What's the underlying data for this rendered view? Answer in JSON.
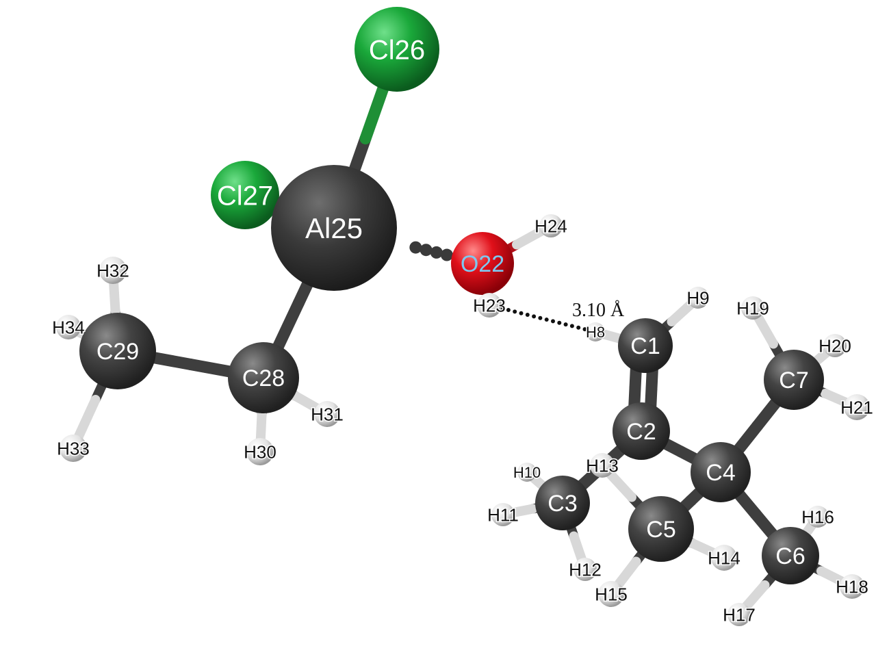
{
  "distance_label": "3.10 Å",
  "colors": {
    "carbon": "#3f3f3f",
    "aluminum": "#3a3a3a",
    "chlorine": "#1aa83a",
    "oxygen": "#e0101a",
    "hydrogen": "#e8e8e8",
    "oxygen_label": "#7ec8f0"
  },
  "atoms": [
    {
      "id": "Cl26",
      "element": "Cl",
      "label": "Cl26"
    },
    {
      "id": "Cl27",
      "element": "Cl",
      "label": "Cl27"
    },
    {
      "id": "Al25",
      "element": "Al",
      "label": "Al25"
    },
    {
      "id": "O22",
      "element": "O",
      "label": "O22"
    },
    {
      "id": "H24",
      "element": "H",
      "label": "H24"
    },
    {
      "id": "H23",
      "element": "H",
      "label": "H23"
    },
    {
      "id": "C29",
      "element": "C",
      "label": "C29"
    },
    {
      "id": "C28",
      "element": "C",
      "label": "C28"
    },
    {
      "id": "H32",
      "element": "H",
      "label": "H32"
    },
    {
      "id": "H34",
      "element": "H",
      "label": "H34"
    },
    {
      "id": "H33",
      "element": "H",
      "label": "H33"
    },
    {
      "id": "H31",
      "element": "H",
      "label": "H31"
    },
    {
      "id": "H30",
      "element": "H",
      "label": "H30"
    },
    {
      "id": "C1",
      "element": "C",
      "label": "C1"
    },
    {
      "id": "H9",
      "element": "H",
      "label": "H9"
    },
    {
      "id": "H8",
      "element": "H",
      "label": "H8"
    },
    {
      "id": "C2",
      "element": "C",
      "label": "C2"
    },
    {
      "id": "C3",
      "element": "C",
      "label": "C3"
    },
    {
      "id": "H10",
      "element": "H",
      "label": "H10"
    },
    {
      "id": "H11",
      "element": "H",
      "label": "H11"
    },
    {
      "id": "H12",
      "element": "H",
      "label": "H12"
    },
    {
      "id": "H13",
      "element": "H",
      "label": "H13"
    },
    {
      "id": "C4",
      "element": "C",
      "label": "C4"
    },
    {
      "id": "C5",
      "element": "C",
      "label": "C5"
    },
    {
      "id": "H14",
      "element": "H",
      "label": "H14"
    },
    {
      "id": "H15",
      "element": "H",
      "label": "H15"
    },
    {
      "id": "C6",
      "element": "C",
      "label": "C6"
    },
    {
      "id": "H16",
      "element": "H",
      "label": "H16"
    },
    {
      "id": "H17",
      "element": "H",
      "label": "H17"
    },
    {
      "id": "H18",
      "element": "H",
      "label": "H18"
    },
    {
      "id": "C7",
      "element": "C",
      "label": "C7"
    },
    {
      "id": "H19",
      "element": "H",
      "label": "H19"
    },
    {
      "id": "H20",
      "element": "H",
      "label": "H20"
    },
    {
      "id": "H21",
      "element": "H",
      "label": "H21"
    }
  ],
  "bonds": [
    {
      "a": "Al25",
      "b": "Cl26",
      "order": 1
    },
    {
      "a": "Al25",
      "b": "Cl27",
      "order": 1
    },
    {
      "a": "Al25",
      "b": "C28",
      "order": 1
    },
    {
      "a": "Al25",
      "b": "O22",
      "order": "coordination"
    },
    {
      "a": "O22",
      "b": "H24",
      "order": 1
    },
    {
      "a": "O22",
      "b": "H23",
      "order": 1
    },
    {
      "a": "C28",
      "b": "C29",
      "order": 1
    },
    {
      "a": "C28",
      "b": "H31",
      "order": 1
    },
    {
      "a": "C28",
      "b": "H30",
      "order": 1
    },
    {
      "a": "C29",
      "b": "H32",
      "order": 1
    },
    {
      "a": "C29",
      "b": "H34",
      "order": 1
    },
    {
      "a": "C29",
      "b": "H33",
      "order": 1
    },
    {
      "a": "C1",
      "b": "C2",
      "order": 2
    },
    {
      "a": "C1",
      "b": "H9",
      "order": 1
    },
    {
      "a": "C1",
      "b": "H8",
      "order": 1
    },
    {
      "a": "C2",
      "b": "C3",
      "order": 1
    },
    {
      "a": "C2",
      "b": "C4",
      "order": 1
    },
    {
      "a": "C3",
      "b": "H10",
      "order": 1
    },
    {
      "a": "C3",
      "b": "H11",
      "order": 1
    },
    {
      "a": "C3",
      "b": "H12",
      "order": 1
    },
    {
      "a": "C4",
      "b": "C5",
      "order": 1
    },
    {
      "a": "C4",
      "b": "C6",
      "order": 1
    },
    {
      "a": "C4",
      "b": "C7",
      "order": 1
    },
    {
      "a": "C5",
      "b": "H13",
      "order": 1
    },
    {
      "a": "C5",
      "b": "H14",
      "order": 1
    },
    {
      "a": "C5",
      "b": "H15",
      "order": 1
    },
    {
      "a": "C6",
      "b": "H16",
      "order": 1
    },
    {
      "a": "C6",
      "b": "H17",
      "order": 1
    },
    {
      "a": "C6",
      "b": "H18",
      "order": 1
    },
    {
      "a": "C7",
      "b": "H19",
      "order": 1
    },
    {
      "a": "C7",
      "b": "H20",
      "order": 1
    },
    {
      "a": "C7",
      "b": "H21",
      "order": 1
    },
    {
      "a": "H23",
      "b": "H8",
      "order": "interaction"
    }
  ]
}
